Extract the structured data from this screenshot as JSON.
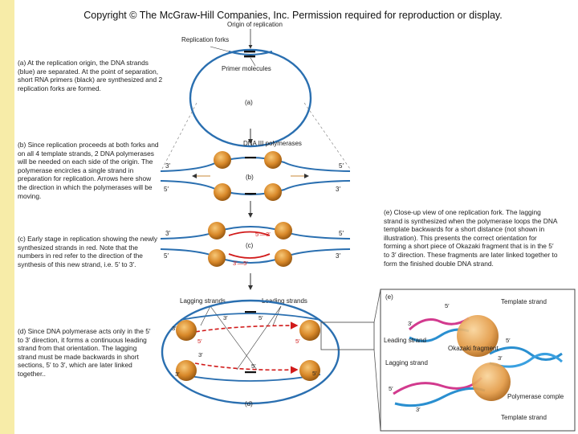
{
  "copyright": "Copyright © The McGraw-Hill Companies, Inc. Permission required for reproduction or display.",
  "captions": {
    "a": "(a) At the replication origin, the DNA strands (blue) are separated. At the point of separation, short RNA primers (black) are synthesized and 2 replication forks are formed.",
    "b": "(b) Since replication proceeds at both forks and on all 4 template strands, 2 DNA polymerases will be needed on each side of the origin. The polymerase encircles a single strand in preparation for replication. Arrows here show the direction in which the polymerases will be moving.",
    "c": "(c) Early stage in replication showing the newly synthesized strands in red. Note that the numbers in red refer to the direction of the synthesis of this new strand, i.e. 5′ to 3′.",
    "d": "(d) Since DNA polymerase acts only in the 5′ to 3′ direction, it forms a continuous leading strand from that orientation. The lagging strand must be made backwards in short sections, 5′ to 3′, which are later linked together..",
    "e": "(e) Close-up view of one replication fork. The lagging strand is synthesized when the polymerase loops the DNA template backwards for a short distance (not shown in illustration). This presents the correct orientation for forming a short piece of Okazaki fragment that is in the 5′ to 3′ direction. These fragments are later linked together to form the finished double DNA strand."
  },
  "labels": {
    "origin": "Origin of replication",
    "forks": "Replication forks",
    "primers": "Primer molecules",
    "pa": "(a)",
    "pb": "(b)",
    "pc": "(c)",
    "pd": "(d)",
    "pe": "(e)",
    "dna3": "DNA III polymerases",
    "lagging": "Lagging strands",
    "leading": "Leading strands",
    "template": "Template strand",
    "leading_e": "Leading strand",
    "lagging_e": "Lagging strand",
    "okazaki": "Okazaki fragment",
    "polycomplex": "Polymerase comple",
    "template2": "Template strand",
    "p5": "5′",
    "p3": "3′",
    "p53": "5′—3′",
    "p35": "3′—5′"
  },
  "colors": {
    "dna": "#2a6fb0",
    "new_strand": "#d11a1a",
    "polymerase": "#d9892a",
    "stripe": "#f7eca8"
  }
}
